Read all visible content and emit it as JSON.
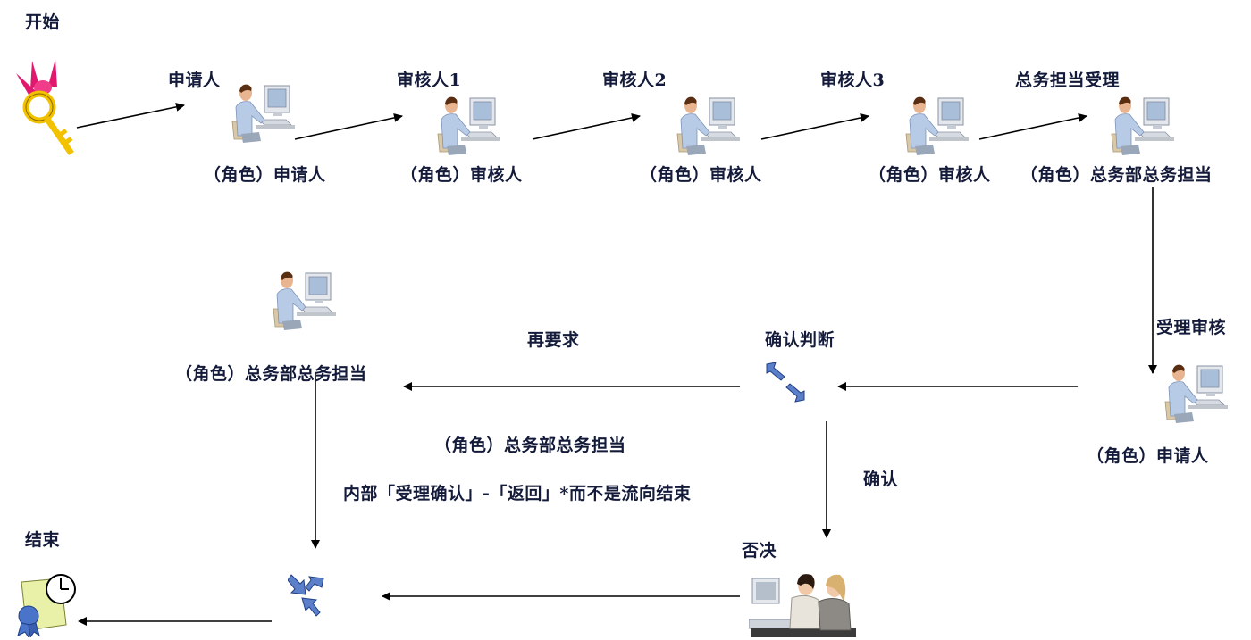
{
  "start": {
    "label": "开始"
  },
  "end": {
    "label": "结束"
  },
  "flow_top": [
    {
      "step_label": "申请人",
      "role_label": "（角色）申请人"
    },
    {
      "step_label": "审核人1",
      "role_label": "（角色）审核人"
    },
    {
      "step_label": "审核人2",
      "role_label": "（角色）审核人"
    },
    {
      "step_label": "审核人3",
      "role_label": "（角色）审核人"
    },
    {
      "step_label": "总务担当受理",
      "role_label": "（角色）总务部总务担当"
    }
  ],
  "accept_review": {
    "label": "受理审核",
    "role_label": "（角色）申请人"
  },
  "decision": {
    "label": "确认判断",
    "confirm_label": "确认",
    "reject_label": "否决"
  },
  "re_request": {
    "label": "再要求",
    "role_label": "（角色）总务部总务担当",
    "role_label_2": "（角色）总务部总务担当",
    "note": "内部「受理确认」-「返回」*而不是流向结束"
  },
  "colors": {
    "text": "#141b3a",
    "arrow": "#000000",
    "accent_blue": "#5b7fc9",
    "key_gold": "#f2c200",
    "ribbon_pink": "#e0186e"
  }
}
